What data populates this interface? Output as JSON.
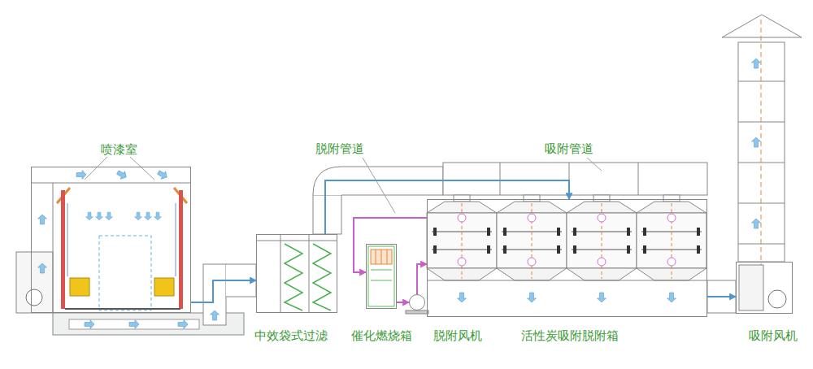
{
  "diagram": {
    "nodes": [
      {
        "text": [
          "喷漆室"
        ]
      },
      {
        "text": [
          "中效袋式过滤"
        ]
      },
      {
        "text": [
          "催化燃烧箱"
        ]
      },
      {
        "text": [
          "脱附风机"
        ]
      },
      {
        "text": [
          "活性炭吸附脱附箱"
        ]
      },
      {
        "text": [
          "吸附风机"
        ]
      }
    ],
    "edges": [
      {
        "from": 0,
        "to": 1,
        "arrow": "to"
      },
      {
        "from": 1,
        "to": 4,
        "arrow": "to"
      },
      {
        "from": 4,
        "to": 5,
        "arrow": "to"
      },
      {
        "from": 4,
        "to": 2,
        "arrow": "to"
      },
      {
        "from": 2,
        "to": 3,
        "arrow": "to"
      },
      {
        "from": 3,
        "to": 4,
        "arrow": "to"
      }
    ],
    "labels": [
      "脱附管道",
      "吸附管道"
    ]
  }
}
